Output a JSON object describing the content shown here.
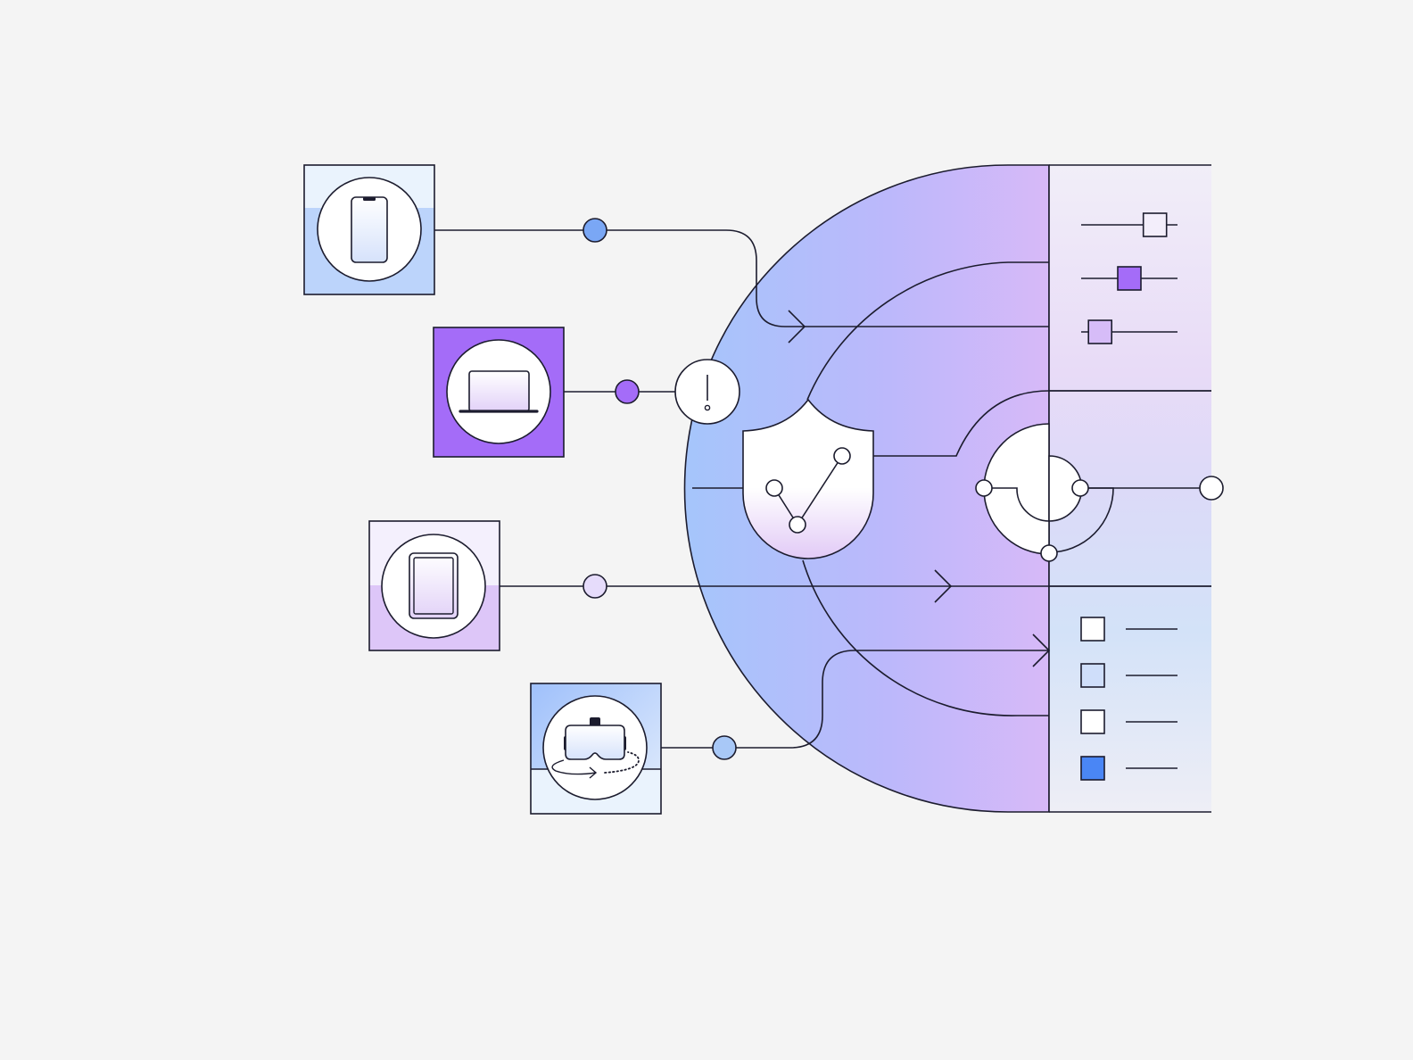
{
  "diagram": {
    "background": "#f4f4f4",
    "stroke": "#1c1c2e",
    "gradient": {
      "blue": "#a6c5fb",
      "mid": "#bcb8fb",
      "purple": "#d7b9f8"
    },
    "devices": [
      {
        "name": "phone",
        "icon": "phone-icon",
        "tile_top": "#eaf3fd",
        "tile_bottom": "#bcd4fb",
        "dot": "#7aa7f5"
      },
      {
        "name": "laptop",
        "icon": "laptop-icon",
        "tile": "#a46cf8",
        "dot": "#a46cf8"
      },
      {
        "name": "tablet",
        "icon": "tablet-icon",
        "tile_top": "#f4f0fd",
        "tile_bottom": "#ddc6f8",
        "dot": "#e6dcfb"
      },
      {
        "name": "vr-headset",
        "icon": "vr-headset-icon",
        "tile_top": "#c5d9fc",
        "tile_bottom": "#eaf3fd",
        "dot": "#a8c8f7"
      }
    ],
    "alert_icon": "alert-icon",
    "shield_icon": "shield-icon",
    "hub_icon": "hub-icon",
    "sliders": [
      {
        "position": 0.85,
        "fill": "#f3eefb"
      },
      {
        "position": 0.5,
        "fill": "#a46cf8"
      },
      {
        "position": 0.1,
        "fill": "#d6bcf8"
      }
    ],
    "checkboxes": [
      {
        "fill": "#ffffff"
      },
      {
        "fill": "#cfdefa"
      },
      {
        "fill": "#ffffff"
      },
      {
        "fill": "#4a86f5"
      }
    ]
  }
}
